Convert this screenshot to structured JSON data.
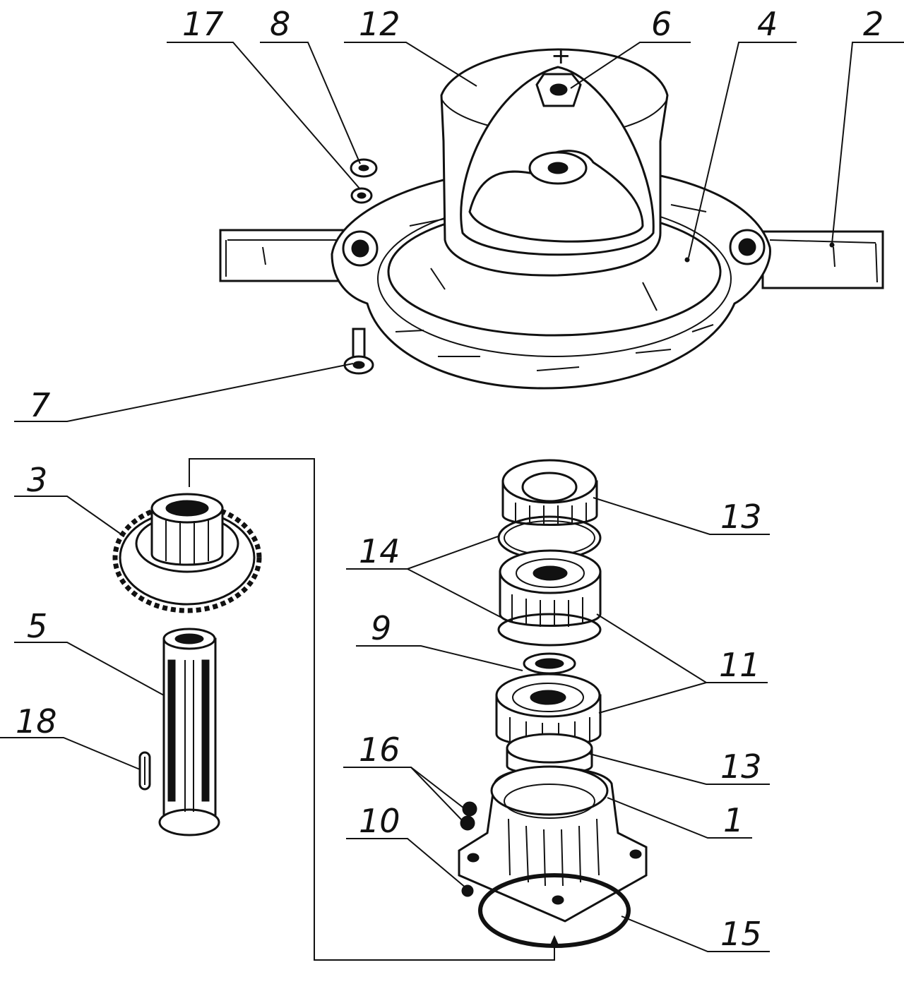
{
  "diagram": {
    "callouts": [
      {
        "id": "17",
        "text": "17"
      },
      {
        "id": "8",
        "text": "8"
      },
      {
        "id": "12",
        "text": "12"
      },
      {
        "id": "6",
        "text": "6"
      },
      {
        "id": "4",
        "text": "4"
      },
      {
        "id": "2",
        "text": "2"
      },
      {
        "id": "7",
        "text": "7"
      },
      {
        "id": "3",
        "text": "3"
      },
      {
        "id": "5",
        "text": "5"
      },
      {
        "id": "18",
        "text": "18"
      },
      {
        "id": "13a",
        "text": "13"
      },
      {
        "id": "14",
        "text": "14"
      },
      {
        "id": "9",
        "text": "9"
      },
      {
        "id": "11",
        "text": "11"
      },
      {
        "id": "16",
        "text": "16"
      },
      {
        "id": "13b",
        "text": "13"
      },
      {
        "id": "10",
        "text": "10"
      },
      {
        "id": "1",
        "text": "1"
      },
      {
        "id": "15",
        "text": "15"
      }
    ],
    "symbols": {
      "plus": "+"
    },
    "colors": {
      "ink": "#111111",
      "paper": "#ffffff"
    }
  }
}
